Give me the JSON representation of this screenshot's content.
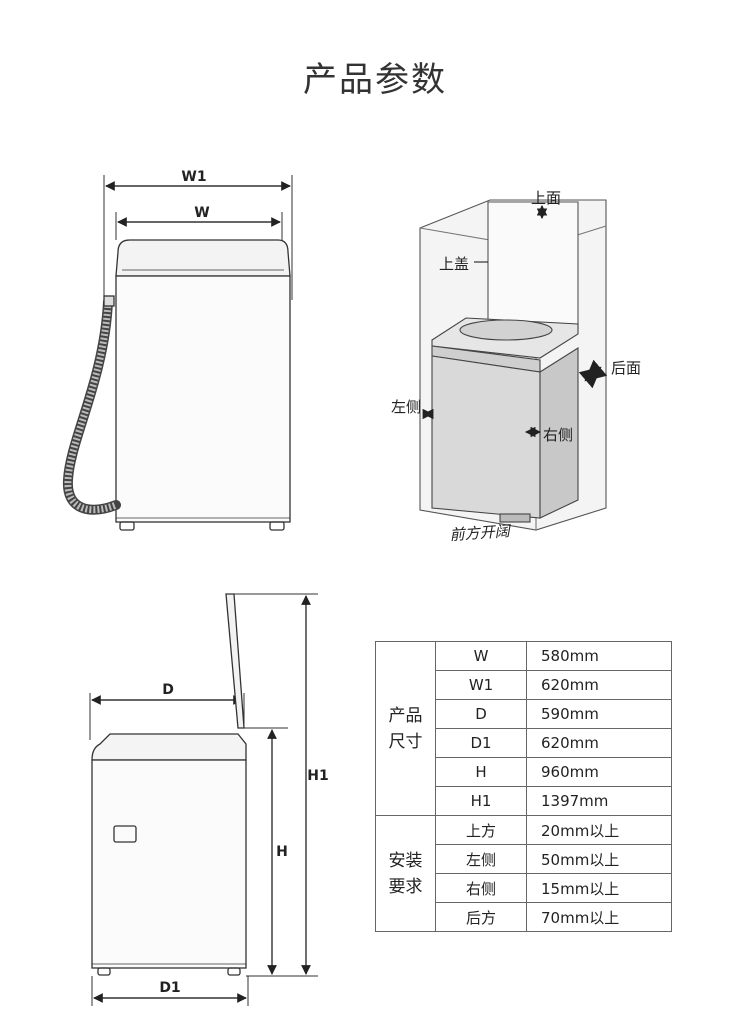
{
  "title": "产品参数",
  "front_view": {
    "w1": "W1",
    "w": "W"
  },
  "clearance_view": {
    "top": "上面",
    "lid": "上盖",
    "back": "后面",
    "left": "左侧",
    "right": "右侧",
    "front": "前方开阔"
  },
  "side_view": {
    "d": "D",
    "d1": "D1",
    "h": "H",
    "h1": "H1"
  },
  "spec_table": {
    "group_size": "产品尺寸",
    "group_size_l1": "产品",
    "group_size_l2": "尺寸",
    "group_install_l1": "安装",
    "group_install_l2": "要求",
    "rows": [
      {
        "key": "W",
        "value": "580mm"
      },
      {
        "key": "W1",
        "value": "620mm"
      },
      {
        "key": "D",
        "value": "590mm"
      },
      {
        "key": "D1",
        "value": "620mm"
      },
      {
        "key": "H",
        "value": "960mm"
      },
      {
        "key": "H1",
        "value": "1397mm"
      }
    ],
    "install": [
      {
        "key": "上方",
        "value": "20mm以上"
      },
      {
        "key": "左侧",
        "value": "50mm以上"
      },
      {
        "key": "右侧",
        "value": "15mm以上"
      },
      {
        "key": "后方",
        "value": "70mm以上"
      }
    ]
  }
}
